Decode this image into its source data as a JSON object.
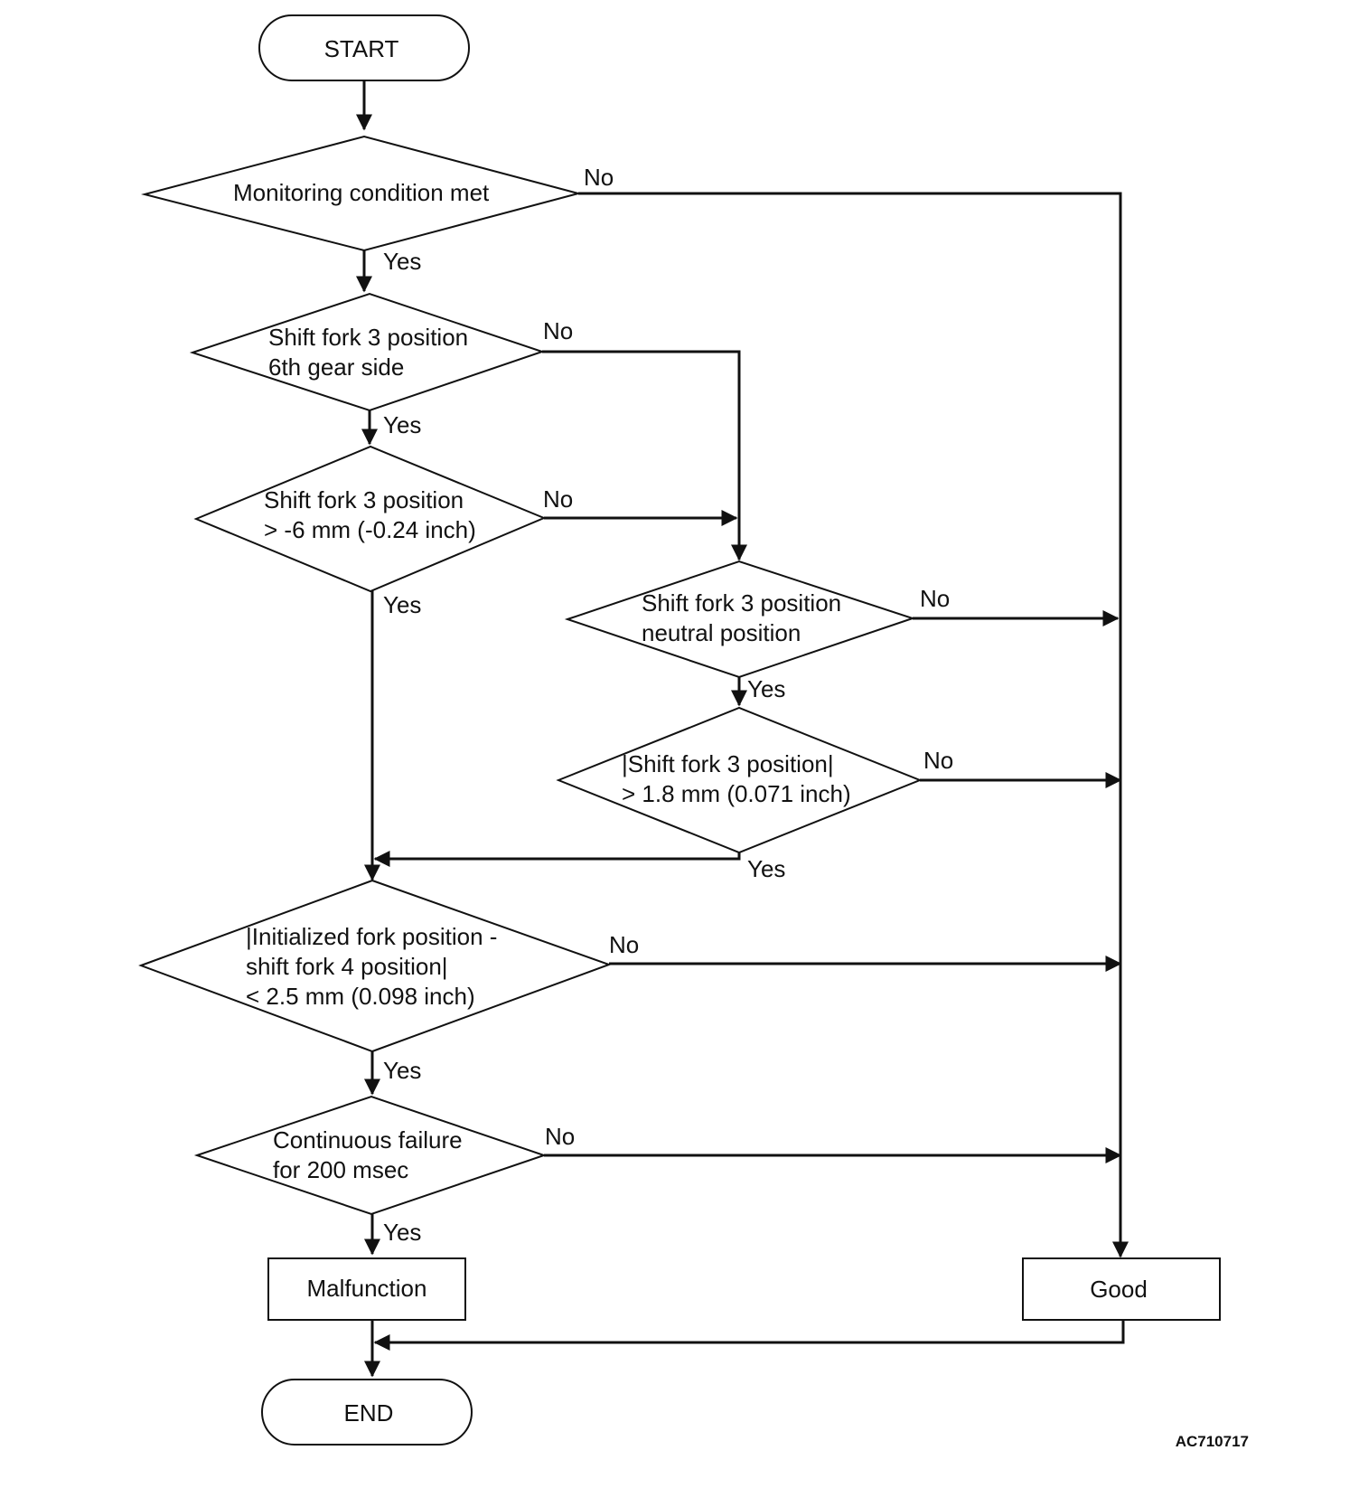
{
  "flowchart": {
    "nodes": {
      "start": {
        "lines": [
          "START"
        ]
      },
      "monitoring": {
        "lines": [
          "Monitoring condition met"
        ]
      },
      "fork3_6th": {
        "lines": [
          "Shift fork 3 position",
          "6th gear side"
        ]
      },
      "fork3_gt": {
        "lines": [
          "Shift fork 3 position",
          "> -6 mm (-0.24 inch)"
        ]
      },
      "fork3_neutral": {
        "lines": [
          "Shift fork 3 position",
          "neutral position"
        ]
      },
      "fork3_abs": {
        "lines": [
          "|Shift fork 3 position|",
          "> 1.8 mm (0.071 inch)"
        ]
      },
      "init_diff": {
        "lines": [
          "|Initialized fork position -",
          "shift fork 4 position|",
          "< 2.5 mm (0.098 inch)"
        ]
      },
      "continuous": {
        "lines": [
          "Continuous failure",
          "for 200 msec"
        ]
      },
      "malfunction": {
        "lines": [
          "Malfunction"
        ]
      },
      "good": {
        "lines": [
          "Good"
        ]
      },
      "end": {
        "lines": [
          "END"
        ]
      }
    },
    "edges": {
      "monitoring_no": "No",
      "monitoring_yes": "Yes",
      "fork3_6th_no": "No",
      "fork3_6th_yes": "Yes",
      "fork3_gt_no": "No",
      "fork3_gt_yes": "Yes",
      "fork3_neutral_no": "No",
      "fork3_neutral_yes": "Yes",
      "fork3_abs_no": "No",
      "fork3_abs_yes": "Yes",
      "init_diff_no": "No",
      "init_diff_yes": "Yes",
      "continuous_no": "No",
      "continuous_yes": "Yes"
    },
    "drawing_id": "AC710717"
  }
}
